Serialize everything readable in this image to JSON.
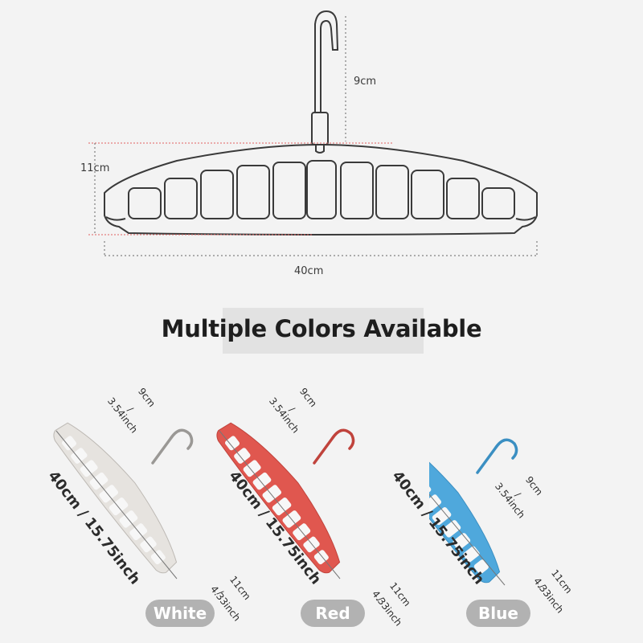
{
  "top_diagram": {
    "hook_height_label": "9cm",
    "hanger_height_label": "11cm",
    "hanger_width_label": "40cm"
  },
  "heading": "Multiple Colors Available",
  "variants": [
    {
      "name": "White",
      "color": "#e6e3df",
      "stroke": "#bdb9b4",
      "width_label": "40cm / 15.75inch",
      "hook_cm": "9cm",
      "hook_sep": "/",
      "hook_inch": "3.54inch",
      "height_cm": "11cm",
      "height_sep": "/",
      "height_inch": "4.33inch"
    },
    {
      "name": "Red",
      "color": "#e0574f",
      "stroke": "#c0433c",
      "width_label": "40cm / 15.75inch",
      "hook_cm": "9cm",
      "hook_sep": "/",
      "hook_inch": "3.54inch",
      "height_cm": "11cm",
      "height_sep": "/",
      "height_inch": "4.33inch"
    },
    {
      "name": "Blue",
      "color": "#4fa8dc",
      "stroke": "#3b8fc2",
      "width_label": "40cm / 15.75inch",
      "hook_cm": "9cm",
      "hook_sep": "/",
      "hook_inch": "3.54inch",
      "height_cm": "11cm",
      "height_sep": "/",
      "height_inch": "4.33inch"
    }
  ]
}
